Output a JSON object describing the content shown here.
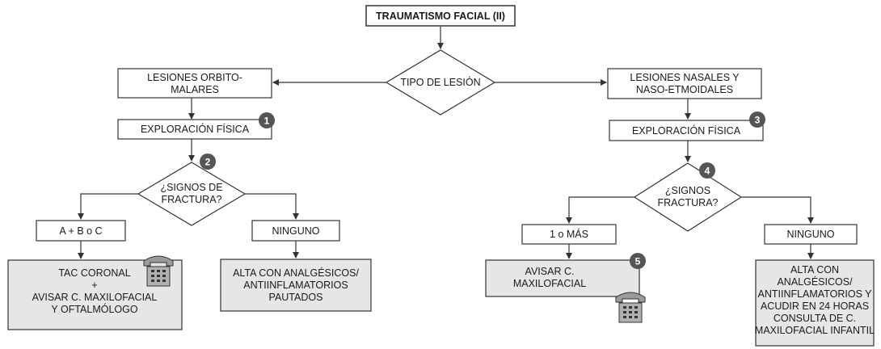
{
  "title": "TRAUMATISMO FACIAL (II)",
  "decision": {
    "type": [
      "TIPO DE LESIÓN"
    ],
    "left_signs": [
      "¿SIGNOS DE",
      "FRACTURA?"
    ],
    "right_signs": [
      "¿SIGNOS",
      "FRACTURA?"
    ]
  },
  "left": {
    "lesion": [
      "LESIONES ORBITO-",
      "MALARES"
    ],
    "exploration": [
      "EXPLORACIÓN FÍSICA"
    ],
    "branch_yes": [
      "A + B o C"
    ],
    "branch_no": [
      "NINGUNO"
    ],
    "result_yes": [
      "TAC CORONAL",
      "+",
      "AVISAR C. MAXILOFACIAL",
      "Y OFTALMÓLOGO"
    ],
    "result_no": [
      "ALTA CON ANALGÉSICOS/",
      "ANTIINFLAMATORIOS",
      "PAUTADOS"
    ]
  },
  "right": {
    "lesion": [
      "LESIONES NASALES Y",
      "NASO-ETMOIDALES"
    ],
    "exploration": [
      "EXPLORACIÓN FÍSICA"
    ],
    "branch_yes": [
      "1 o MÁS"
    ],
    "branch_no": [
      "NINGUNO"
    ],
    "result_yes": [
      "AVISAR C.",
      "MAXILOFACIAL"
    ],
    "result_no": [
      "ALTA CON",
      "ANALGÉSICOS/",
      "ANTIINFLAMATORIOS Y",
      "ACUDIR EN 24 HORAS",
      "CONSULTA DE C.",
      "MAXILOFACIAL INFANTIL"
    ]
  },
  "badges": [
    "1",
    "2",
    "3",
    "4",
    "5"
  ],
  "icons": [
    "telephone-icon",
    "telephone-icon"
  ],
  "colors": {
    "line": "#333333",
    "gray_box": "#e6e6e6",
    "badge": "#555555"
  }
}
